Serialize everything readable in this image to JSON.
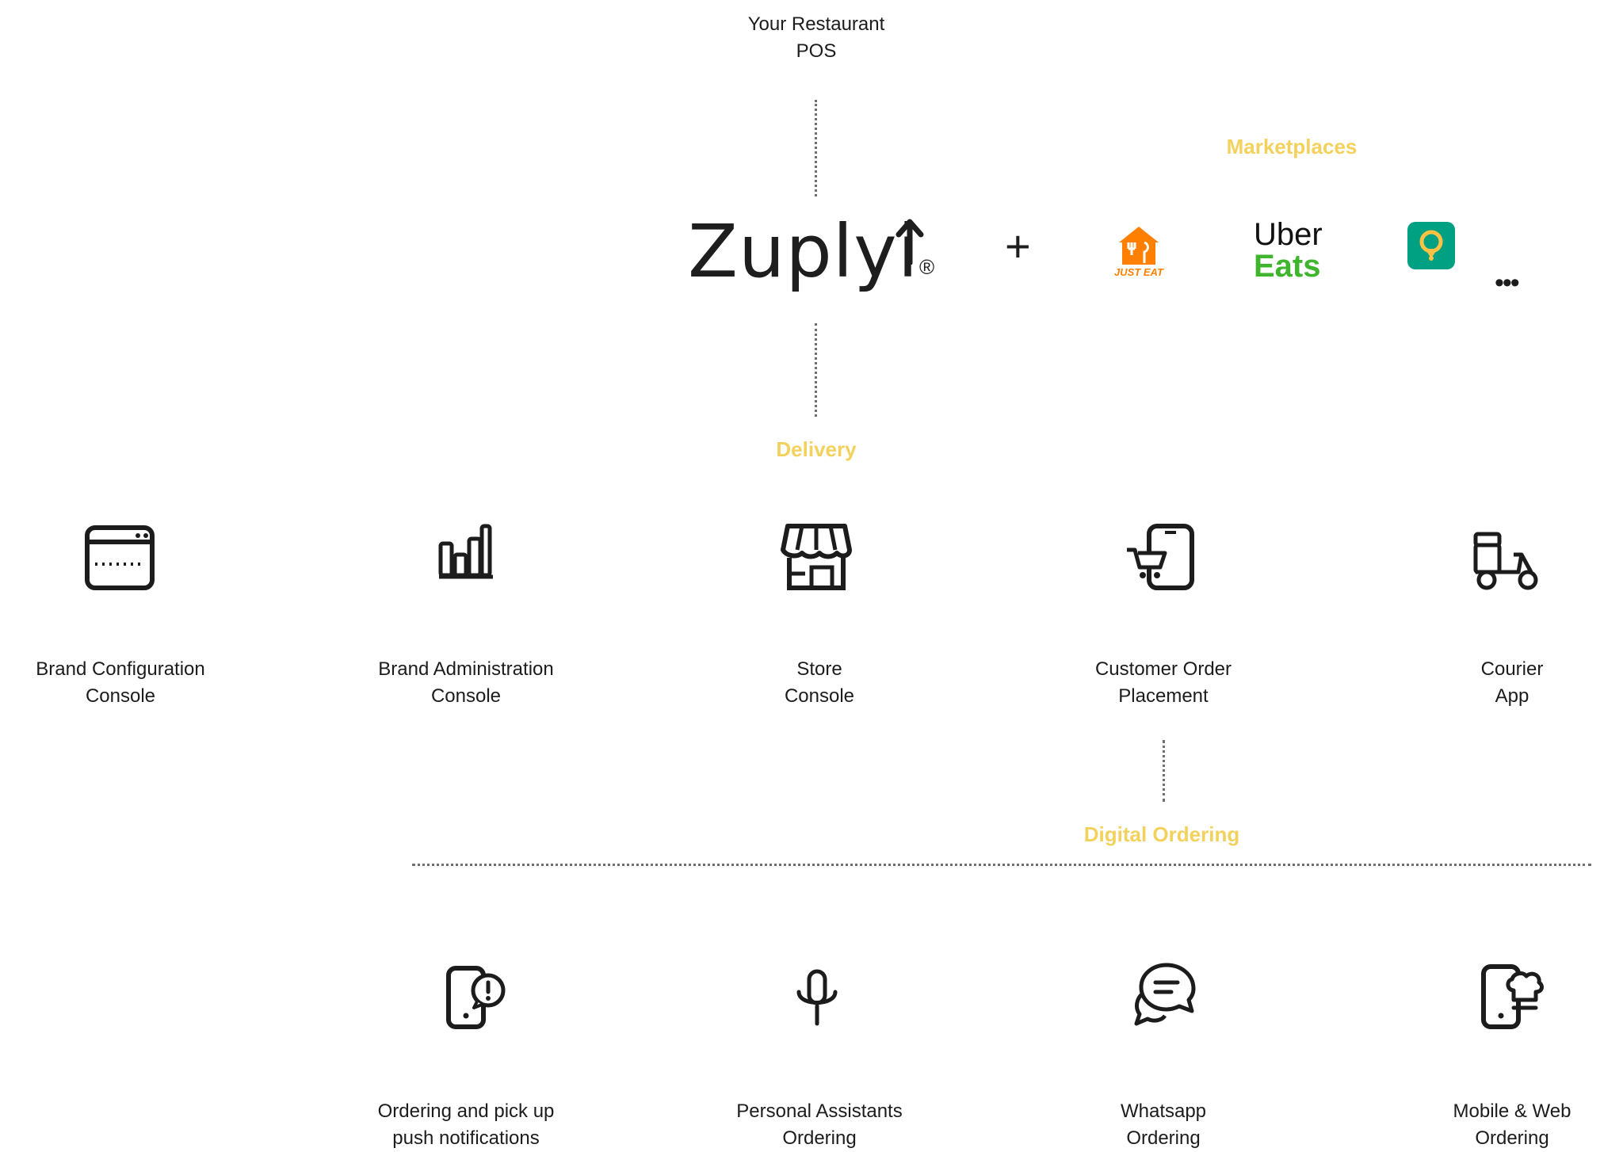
{
  "pos": {
    "line1": "Your Restaurant",
    "line2": "POS"
  },
  "brand": {
    "wordmark": "Zuplyi",
    "registered": "®"
  },
  "plus": "+",
  "sections": {
    "marketplaces": "Marketplaces",
    "delivery": "Delivery",
    "digital_ordering": "Digital Ordering",
    "accent_color": "#f2d15c"
  },
  "marketplaces": {
    "just_eat": "JUST EAT",
    "uber_line1": "Uber",
    "uber_line2": "Eats",
    "more": "•••",
    "just_eat_color": "#ff8000",
    "uber_eats_green": "#06c167",
    "glovo_teal": "#00a082",
    "glovo_yellow": "#ffc244"
  },
  "delivery_items": [
    {
      "icon": "browser-window-icon",
      "line1": "Brand Configuration",
      "line2": "Console"
    },
    {
      "icon": "bar-chart-icon",
      "line1": "Brand Administration",
      "line2": "Console"
    },
    {
      "icon": "storefront-icon",
      "line1": "Store",
      "line2": "Console"
    },
    {
      "icon": "mobile-cart-icon",
      "line1": "Customer Order",
      "line2": "Placement"
    },
    {
      "icon": "delivery-scooter-icon",
      "line1": "Courier",
      "line2": "App"
    }
  ],
  "digital_items": [
    {
      "icon": "phone-notification-icon",
      "line1": "Ordering and pick up",
      "line2": "push notifications"
    },
    {
      "icon": "microphone-icon",
      "line1": "Personal Assistants",
      "line2": "Ordering"
    },
    {
      "icon": "chat-bubbles-icon",
      "line1": "Whatsapp",
      "line2": "Ordering"
    },
    {
      "icon": "phone-chef-hat-icon",
      "line1": "Mobile & Web",
      "line2": "Ordering"
    }
  ]
}
